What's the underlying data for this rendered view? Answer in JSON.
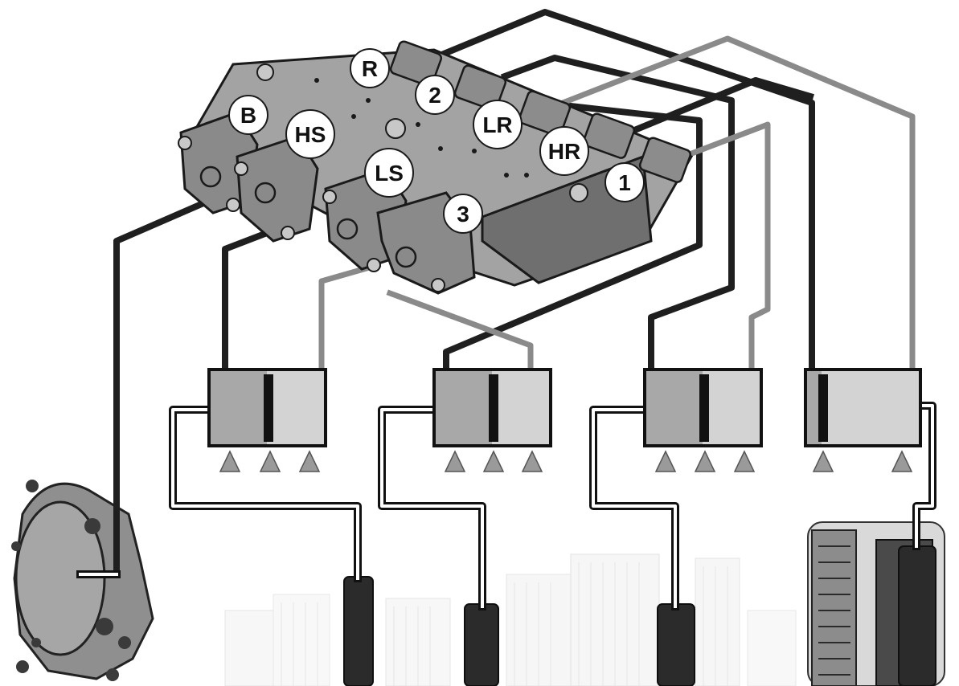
{
  "diagram": {
    "valve_labels": {
      "R": "R",
      "two": "2",
      "B": "B",
      "HS": "HS",
      "LR": "LR",
      "HR": "HR",
      "LS": "LS",
      "one": "1",
      "three": "3"
    },
    "colors": {
      "dark_line": "#1f1f1f",
      "gray_line": "#8a8a8a",
      "valve_body": "#9c9c9c",
      "valve_body_dark": "#6e6e6e",
      "cylinder_fill": "#a8a8a8",
      "cylinder_light": "#d3d3d3",
      "label_bg": "#ffffff",
      "gear_light": "#ececec",
      "triangle": "#9a9a9a"
    }
  }
}
